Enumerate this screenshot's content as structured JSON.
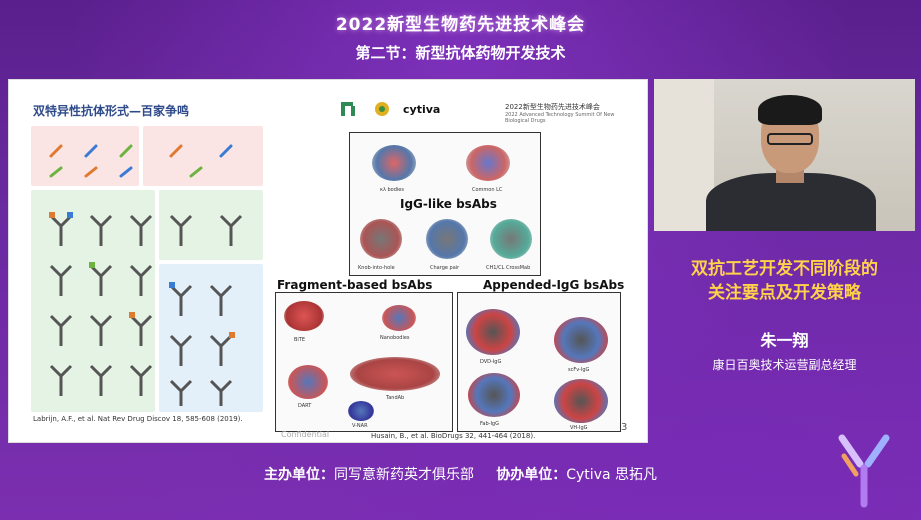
{
  "header": {
    "title": "2022新型生物药先进技术峰会",
    "subtitle": "第二节：新型抗体药物开发技术"
  },
  "slide": {
    "title": "双特异性抗体形式—百家争鸣",
    "logo_cytiva": "cytiva",
    "conference_name": "2022新型生物药先进技术峰会",
    "conference_sub": "2022 Advanced Technology Summit Of New Biological Drugs",
    "left_citation": "Labrijn, A.F., et al. Nat Rev Drug Discov 18, 585-608 (2019).",
    "right_citation": "Husain, B., et al. BioDrugs 32, 441-464 (2018).",
    "confidential": "Confidential",
    "page_number": "3",
    "igg_like_label": "IgG-like bsAbs",
    "fragment_label": "Fragment-based bsAbs",
    "appended_label": "Appended-IgG bsAbs",
    "igg_items": [
      "κλ bodies",
      "Common LC",
      "Knob-into-hole",
      "Charge pair",
      "CH1/CL CrossMab"
    ],
    "fragment_items": [
      "BiTE",
      "Nanobodies",
      "TandAb",
      "DART",
      "V-NAR"
    ],
    "appended_items": [
      "DVD-IgG",
      "scFv-IgG",
      "Fab-IgG",
      "VH-IgG"
    ]
  },
  "talk": {
    "title_line1": "双抗工艺开发不同阶段的",
    "title_line2": "关注要点及开发策略",
    "speaker": "朱一翔",
    "role": "康日百奥技术运营副总经理"
  },
  "footer": {
    "host_label": "主办单位：",
    "host": "同写意新药英才俱乐部",
    "co_label": "协办单位：",
    "co": "Cytiva 思拓凡"
  },
  "colors": {
    "background": "#6a2aa0",
    "accent_yellow": "#ffd24a"
  }
}
